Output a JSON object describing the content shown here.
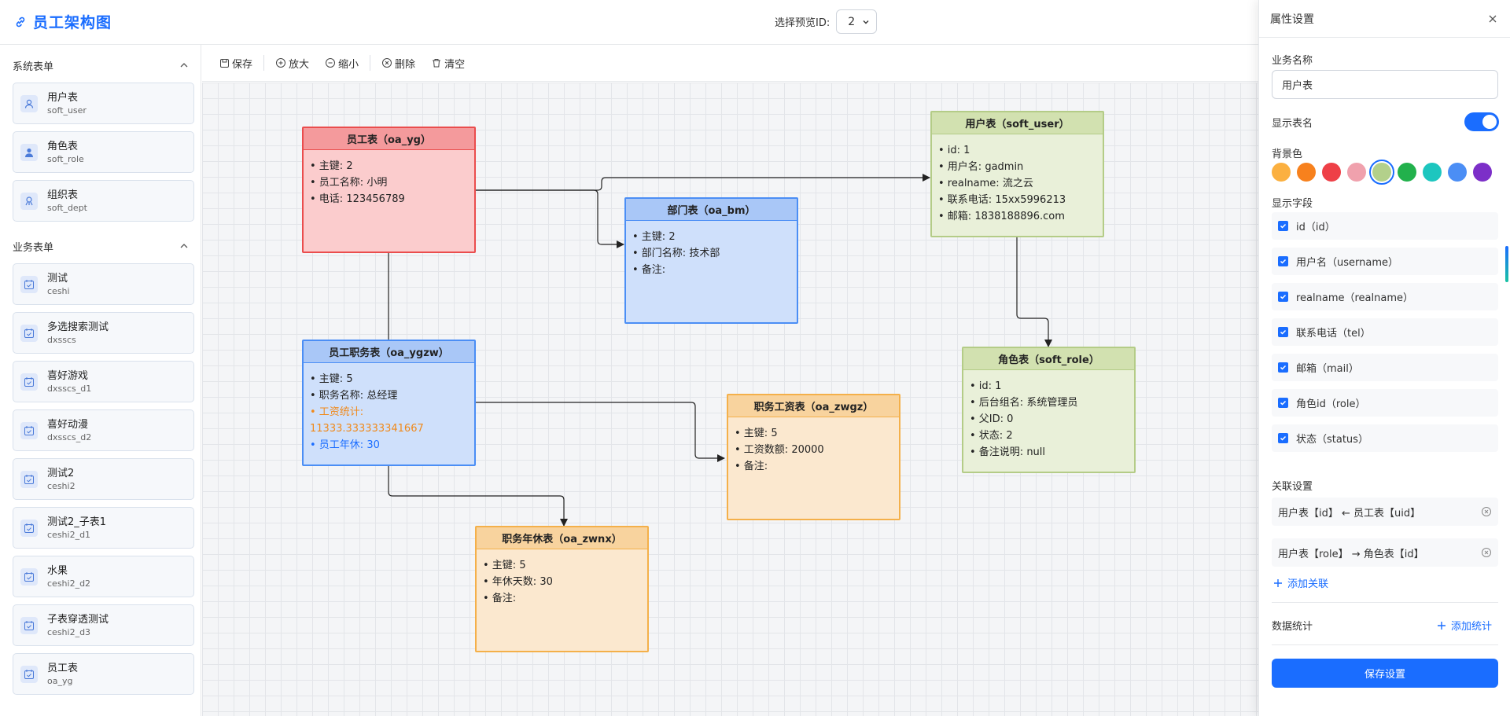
{
  "header": {
    "title": "员工架构图",
    "preview_label": "选择预览ID:",
    "preview_value": "2"
  },
  "sidebar": {
    "system_group": "系统表单",
    "system_items": [
      {
        "name": "用户表",
        "code": "soft_user",
        "icon": "user-icon"
      },
      {
        "name": "角色表",
        "code": "soft_role",
        "icon": "role-icon"
      },
      {
        "name": "组织表",
        "code": "soft_dept",
        "icon": "org-icon"
      }
    ],
    "business_group": "业务表单",
    "business_items": [
      {
        "name": "测试",
        "code": "ceshi"
      },
      {
        "name": "多选搜索测试",
        "code": "dxsscs"
      },
      {
        "name": "喜好游戏",
        "code": "dxsscs_d1"
      },
      {
        "name": "喜好动漫",
        "code": "dxsscs_d2"
      },
      {
        "name": "测试2",
        "code": "ceshi2"
      },
      {
        "name": "测试2_子表1",
        "code": "ceshi2_d1"
      },
      {
        "name": "水果",
        "code": "ceshi2_d2"
      },
      {
        "name": "子表穿透测试",
        "code": "ceshi2_d3"
      },
      {
        "name": "员工表",
        "code": "oa_yg"
      }
    ]
  },
  "toolbar": {
    "save": "保存",
    "zoom_in": "放大",
    "zoom_out": "缩小",
    "delete": "删除",
    "clear": "清空"
  },
  "nodes": [
    {
      "title": "员工表（oa_yg）",
      "fields": [
        "• 主键: 2",
        "• 员工名称: 小明",
        "• 电话: 123456789"
      ]
    },
    {
      "title": "部门表（oa_bm）",
      "fields": [
        "• 主键: 2",
        "• 部门名称: 技术部",
        "• 备注:"
      ]
    },
    {
      "title": "用户表（soft_user）",
      "fields": [
        "• id: 1",
        "• 用户名: gadmin",
        "• realname: 流之云",
        "• 联系电话: 15xx5996213",
        "• 邮箱: 1838188896.com"
      ]
    },
    {
      "title": "员工职务表（oa_ygzw）",
      "fields": [
        "• 主键: 5",
        "• 职务名称: 总经理",
        "• 工资统计: 11333.333333341667",
        "• 员工年休: 30"
      ]
    },
    {
      "title": "职务工资表（oa_zwgz）",
      "fields": [
        "• 主键: 5",
        "• 工资数额: 20000",
        "• 备注:"
      ]
    },
    {
      "title": "角色表（soft_role）",
      "fields": [
        "• id: 1",
        "• 后台组名: 系统管理员",
        "• 父ID: 0",
        "• 状态: 2",
        "• 备注说明: null"
      ]
    },
    {
      "title": "职务年休表（oa_zwnx）",
      "fields": [
        "• 主键: 5",
        "• 年休天数: 30",
        "• 备注:"
      ]
    }
  ],
  "panel": {
    "title": "属性设置",
    "biz_name_label": "业务名称",
    "biz_name_value": "用户表",
    "show_table_name_label": "显示表名",
    "show_table_name": true,
    "bg_color_label": "背景色",
    "bg_colors": [
      "#fbb040",
      "#f7811d",
      "#ee4047",
      "#f0a1ad",
      "#b3d08b",
      "#22b14c",
      "#1dc6bf",
      "#4b8ef5",
      "#7c2fc8"
    ],
    "selected_bg_color": "#b3d08b",
    "fields_label": "显示字段",
    "fields": [
      "id（id）",
      "用户名（username）",
      "realname（realname）",
      "联系电话（tel）",
      "邮箱（mail）",
      "角色id（role）",
      "状态（status）"
    ],
    "relations_label": "关联设置",
    "relations": [
      "用户表【id】 ← 员工表【uid】",
      "用户表【role】 → 角色表【id】"
    ],
    "add_relation": "添加关联",
    "stats_label": "数据统计",
    "add_stats": "添加统计",
    "save_settings": "保存设置"
  }
}
